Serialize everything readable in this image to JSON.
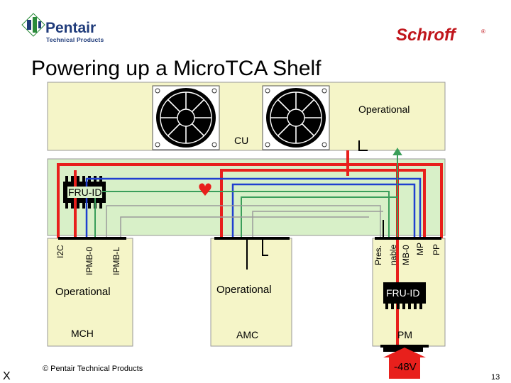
{
  "header": {
    "title": "Powering up a MicroTCA Shelf",
    "brand_left": "Pentair",
    "brand_left_sub": "Technical Products",
    "brand_right": "Schroff",
    "registered": "®"
  },
  "diagram": {
    "cu": {
      "status": "Operational",
      "label": "CU"
    },
    "backplane": {
      "fru_label": "FRU-ID",
      "heart": "♥"
    },
    "mch": {
      "status": "Operational",
      "label": "MCH",
      "signals": [
        "I2C",
        "IPMB-0",
        "IPMB-L"
      ]
    },
    "amc": {
      "status": "Operational",
      "label": "AMC"
    },
    "pm": {
      "fru_label": "FRU-ID",
      "label": "PM",
      "signals": [
        "Pres.",
        "nable",
        "MB-0",
        "MP",
        "PP"
      ],
      "input": "-48V"
    }
  },
  "footer": {
    "copyright": "© Pentair Technical Products",
    "page_number": "13",
    "corner_mark": "X"
  },
  "colors": {
    "panel": "#f5f5c8",
    "backplane": "#d8f0c8",
    "power": "#e8201c",
    "ipmb": "#1f3fd0",
    "mgmt": "#3a9e5a",
    "grey_line": "#9a9a9a",
    "brand_blue": "#1f3b7a",
    "brand_red": "#c0151b"
  }
}
